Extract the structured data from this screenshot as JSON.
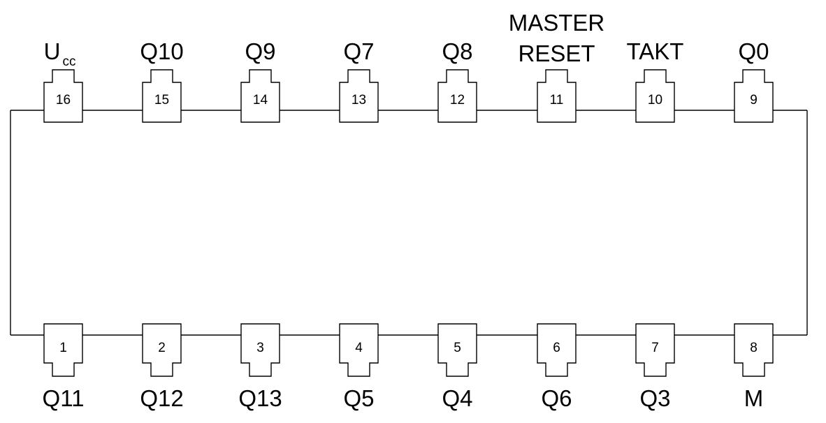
{
  "top_pins": [
    {
      "number": "16",
      "signal": "U",
      "signal_sub": "cc"
    },
    {
      "number": "15",
      "signal": "Q10"
    },
    {
      "number": "14",
      "signal": "Q9"
    },
    {
      "number": "13",
      "signal": "Q7"
    },
    {
      "number": "12",
      "signal": "Q8"
    },
    {
      "number": "11",
      "signal": "MASTER",
      "signal_line2": "RESET"
    },
    {
      "number": "10",
      "signal": "TAKT"
    },
    {
      "number": "9",
      "signal": "Q0"
    }
  ],
  "bottom_pins": [
    {
      "number": "1",
      "signal": "Q11"
    },
    {
      "number": "2",
      "signal": "Q12"
    },
    {
      "number": "3",
      "signal": "Q13"
    },
    {
      "number": "4",
      "signal": "Q5"
    },
    {
      "number": "5",
      "signal": "Q4"
    },
    {
      "number": "6",
      "signal": "Q6"
    },
    {
      "number": "7",
      "signal": "Q3"
    },
    {
      "number": "8",
      "signal": "M"
    }
  ]
}
